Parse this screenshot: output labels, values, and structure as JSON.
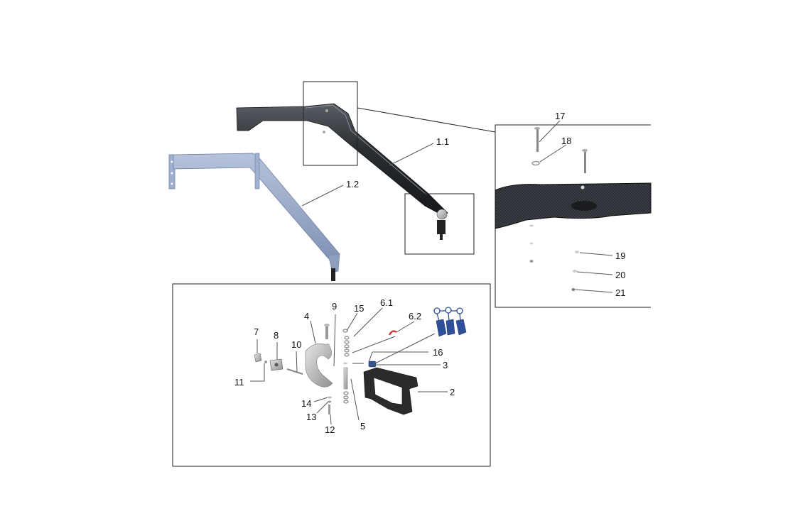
{
  "labels": {
    "l_1_1": "1.1",
    "l_1_2": "1.2",
    "l_17": "17",
    "l_18": "18",
    "l_19": "19",
    "l_20": "20",
    "l_21": "21",
    "l_2": "2",
    "l_3": "3",
    "l_4": "4",
    "l_5": "5",
    "l_6_1": "6.1",
    "l_6_2": "6.2",
    "l_7": "7",
    "l_8": "8",
    "l_9": "9",
    "l_10": "10",
    "l_11": "11",
    "l_12": "12",
    "l_13": "13",
    "l_14": "14",
    "l_15": "15",
    "l_16": "16"
  },
  "colors": {
    "carbon": "#2a2d31",
    "carbon_highlight": "#5a5f66",
    "blue_gray_arm": "#8e9fbe",
    "blue_part": "#2f4f9a",
    "red_clip": "#d23a3a",
    "hardware": "#9a9a9a",
    "mount": "#2b2b2b"
  }
}
